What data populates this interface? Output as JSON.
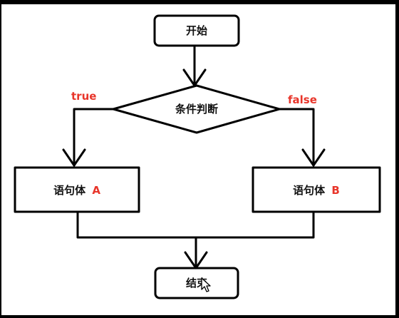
{
  "nodes": {
    "start": "开始",
    "condition": "条件判断",
    "statement_a_prefix": "语句体",
    "statement_a_letter": "A",
    "statement_b_prefix": "语句体",
    "statement_b_letter": "B",
    "end": "结束"
  },
  "branches": {
    "true_label": "true",
    "false_label": "false"
  },
  "colors": {
    "stroke": "#000000",
    "accent": "#e8352a",
    "background": "#ffffff"
  }
}
